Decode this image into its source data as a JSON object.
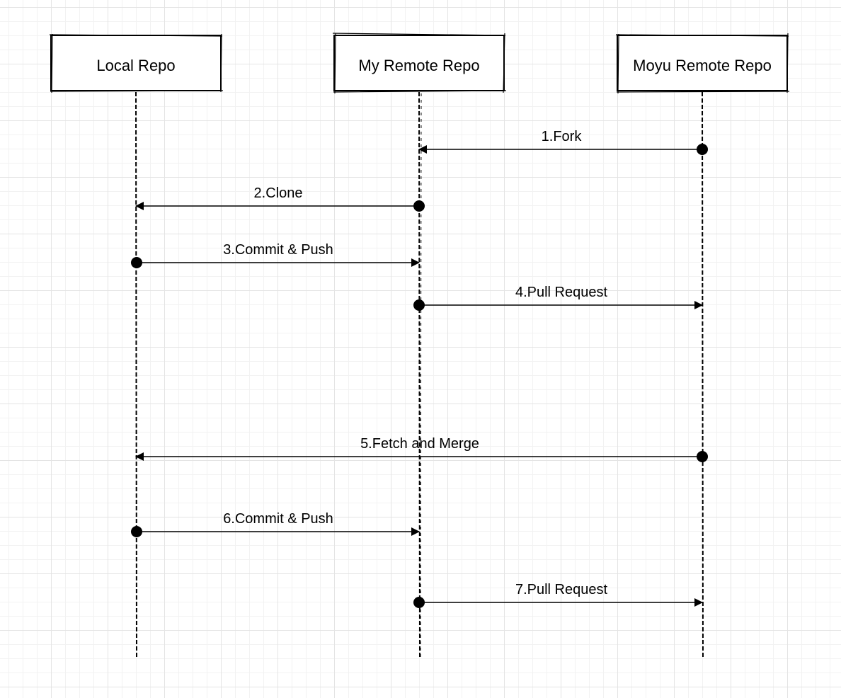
{
  "actors": [
    {
      "id": "local",
      "label": "Local Repo"
    },
    {
      "id": "mine",
      "label": "My Remote Repo"
    },
    {
      "id": "moyu",
      "label": "Moyu Remote Repo"
    }
  ],
  "messages": [
    {
      "label": "1.Fork",
      "from": "moyu",
      "to": "mine"
    },
    {
      "label": "2.Clone",
      "from": "mine",
      "to": "local"
    },
    {
      "label": "3.Commit & Push",
      "from": "local",
      "to": "mine"
    },
    {
      "label": "4.Pull Request",
      "from": "mine",
      "to": "moyu"
    },
    {
      "label": "5.Fetch and Merge",
      "from": "moyu",
      "to": "local"
    },
    {
      "label": "6.Commit & Push",
      "from": "local",
      "to": "mine"
    },
    {
      "label": "7.Pull Request",
      "from": "mine",
      "to": "moyu"
    }
  ],
  "colors": {
    "ink": "#000000",
    "background": "#ffffff",
    "grid": "#e4e4e4"
  }
}
